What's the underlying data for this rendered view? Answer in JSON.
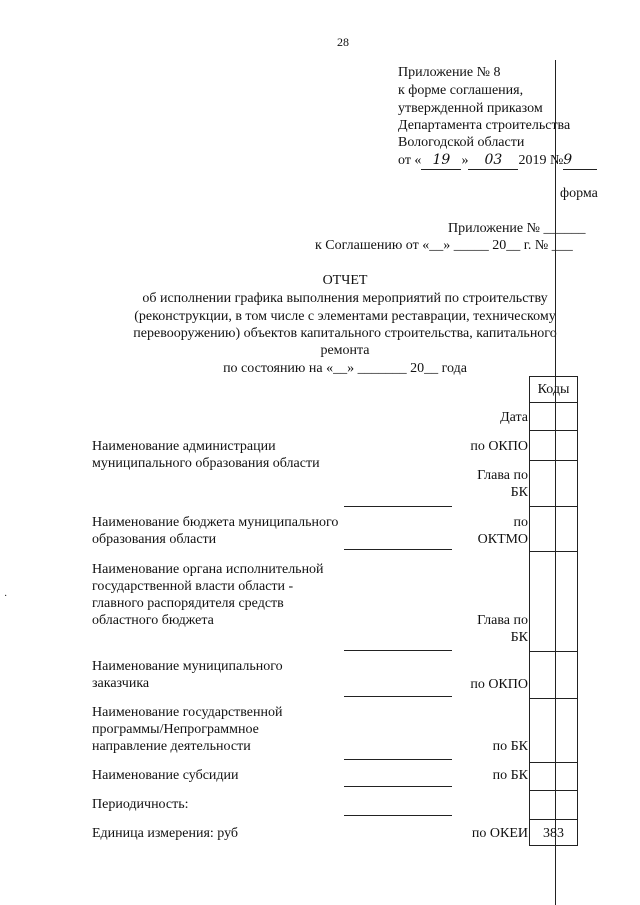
{
  "page_number": "28",
  "attachment_header": {
    "line1": "Приложение № 8",
    "line2": "к форме соглашения,",
    "line3": "утвержденной приказом",
    "line4": "Департамента строительства",
    "line5": "Вологодской области",
    "date_prefix": "от «",
    "date_day": "19",
    "date_mid": "»",
    "date_month": "03",
    "date_year": "2019 №",
    "date_number": "9"
  },
  "form_label": "форма",
  "agreement_header": {
    "line1": "Приложение № ______",
    "line2": "к Соглашению от «__» _____ 20__ г. № ___"
  },
  "title": {
    "main": "ОТЧЕТ",
    "line1": "об исполнении графика выполнения мероприятий по строительству",
    "line2": "(реконструкции, в том числе  с  элементами  реставрации,  техническому",
    "line3": "перевооружению) объектов капитального строительства, капитального",
    "line4": "ремонта",
    "status_line": "по состоянию на «__» _______ 20__ года"
  },
  "codes_header": "Коды",
  "rows": [
    {
      "label": "",
      "code_label": "Дата",
      "code_value": ""
    },
    {
      "label": "Наименование администрации муниципального образования области",
      "code_label": "по ОКПО",
      "code_value": ""
    },
    {
      "label": "",
      "code_label": "Глава по БК",
      "code_value": ""
    },
    {
      "label": "Наименование бюджета муниципального образования области",
      "code_label": "по ОКТМО",
      "code_value": ""
    },
    {
      "label": "Наименование органа исполнительной государственной власти области  - главного распорядителя средств областного бюджета",
      "code_label": "Глава по БК",
      "code_value": ""
    },
    {
      "label": "Наименование муниципального заказчика",
      "code_label": "по ОКПО",
      "code_value": ""
    },
    {
      "label": "Наименование государственной программы/Непрограммное направление деятельности",
      "code_label": "по БК",
      "code_value": ""
    },
    {
      "label": "Наименование субсидии",
      "code_label": "по БК",
      "code_value": ""
    },
    {
      "label": "Периодичность:",
      "code_label": "",
      "code_value": ""
    },
    {
      "label": "Единица измерения: руб",
      "code_label": "по ОКЕИ",
      "code_value": "383"
    }
  ]
}
